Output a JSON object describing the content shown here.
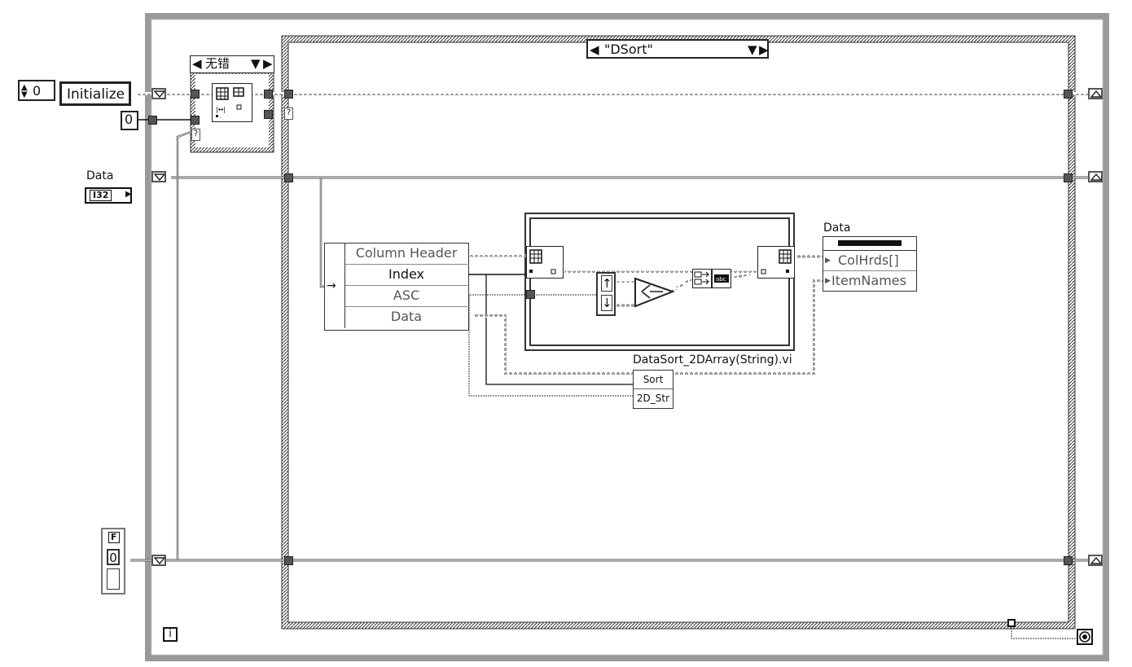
{
  "shift_register": {
    "value": "0",
    "state": "Initialize"
  },
  "error_case": {
    "selector": "无错",
    "question": "?"
  },
  "init_const": "0",
  "data_control": {
    "label": "Data",
    "type": "I32"
  },
  "case_structure": {
    "selector": "\"DSort\""
  },
  "unbundle": {
    "items": [
      "Column Header",
      "Index",
      "ASC",
      "Data"
    ]
  },
  "bundle_out": {
    "label": "Data",
    "items": [
      "ColHrds[]",
      "ItemNames"
    ]
  },
  "subvi": {
    "name": "DataSort_2DArray(String).vi",
    "ports": [
      "Sort",
      "2D_Str"
    ]
  },
  "bool_control": {
    "label": "F",
    "value": "0"
  },
  "loop": {
    "iteration_terminal": "i"
  },
  "colors": {
    "frame": "#9a9a9a",
    "wire": "#444444"
  }
}
